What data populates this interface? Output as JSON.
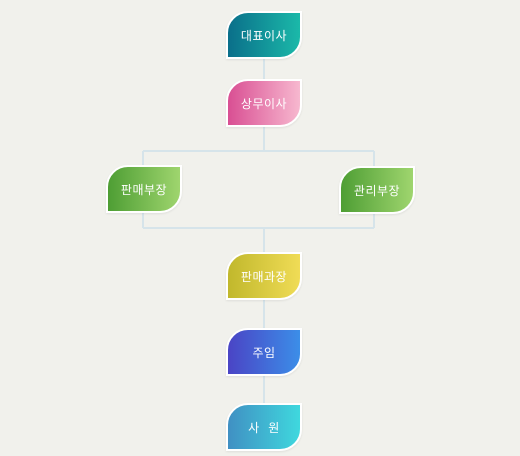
{
  "org_chart": {
    "ceo": "대표이사",
    "managing_director": "상무이사",
    "sales_manager": "판매부장",
    "admin_manager": "관리부장",
    "sales_section_chief": "판매과장",
    "assistant_manager": "주임",
    "staff": "사  원"
  },
  "colors": {
    "background": "#f1f1ec",
    "connector": "#d6e4ea",
    "ceo": [
      "#0a6f8a",
      "#1bb9a9"
    ],
    "managing_director": [
      "#d94f93",
      "#f7b8cf"
    ],
    "managers": [
      "#4e9e34",
      "#9fd56e"
    ],
    "sales_section_chief": [
      "#c1b82c",
      "#f0dc56"
    ],
    "assistant_manager": [
      "#4a44c5",
      "#3c8ee8"
    ],
    "staff": [
      "#4090c3",
      "#3fd8de"
    ]
  }
}
